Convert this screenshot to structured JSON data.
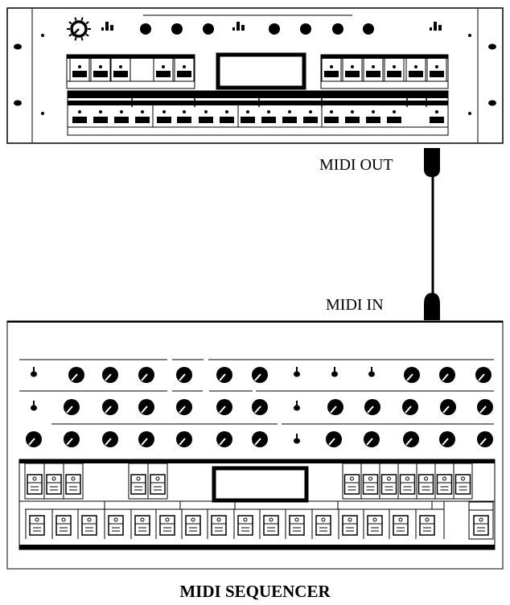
{
  "labels": {
    "midi_out": "MIDI OUT",
    "midi_in": "MIDI IN",
    "device_title": "MIDI SEQUENCER"
  },
  "colors": {
    "ink": "#000000",
    "panel": "#ffffff"
  }
}
